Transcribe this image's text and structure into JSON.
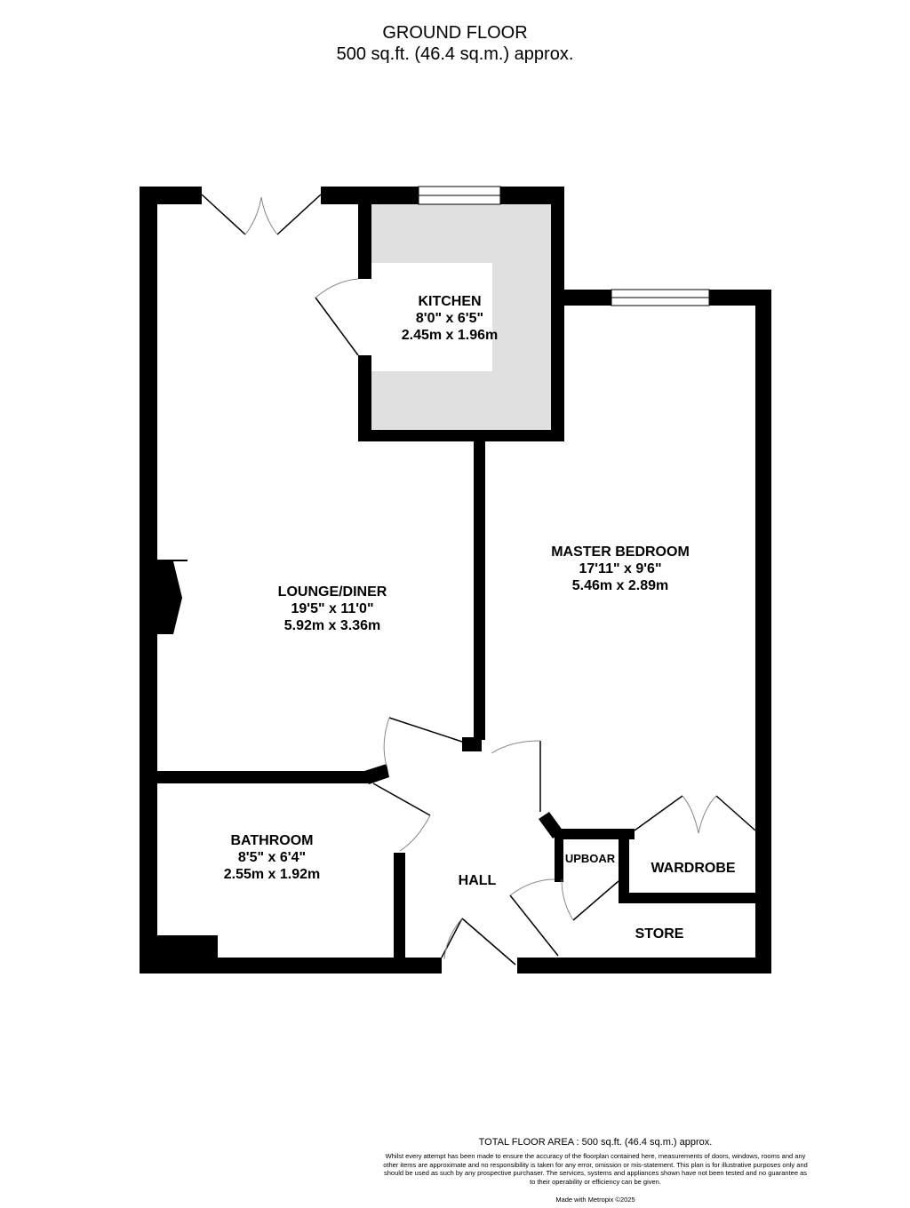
{
  "header": {
    "title": "GROUND FLOOR",
    "area": "500 sq.ft. (46.4 sq.m.) approx."
  },
  "rooms": {
    "kitchen": {
      "name": "KITCHEN",
      "imperial": "8'0\"  x 6'5\"",
      "metric": "2.45m  x 1.96m"
    },
    "master_bedroom": {
      "name": "MASTER BEDROOM",
      "imperial": "17'11\"  x 9'6\"",
      "metric": "5.46m  x 2.89m"
    },
    "lounge_diner": {
      "name": "LOUNGE/DINER",
      "imperial": "19'5\"  x 11'0\"",
      "metric": "5.92m  x 3.36m"
    },
    "bathroom": {
      "name": "BATHROOM",
      "imperial": "8'5\"  x 6'4\"",
      "metric": "2.55m  x 1.92m"
    },
    "hall": {
      "name": "HALL"
    },
    "cupboard": {
      "name": "UPBOAR"
    },
    "wardrobe": {
      "name": "WARDROBE"
    },
    "store": {
      "name": "STORE"
    }
  },
  "colors": {
    "wall": "#000000",
    "kitchen_fill": "#e0e0e0",
    "door_line": "#000000",
    "door_arc": "#888888"
  },
  "footer": {
    "total_area": "TOTAL FLOOR AREA : 500 sq.ft. (46.4 sq.m.) approx.",
    "disclaimer": "Whilst every attempt has been made to ensure the accuracy of the floorplan contained here, measurements of doors, windows, rooms and any other items are approximate and no responsibility is taken for any error, omission or mis-statement. This plan is for illustrative purposes only and should be used as such by any prospective purchaser. The services, systems and appliances shown have not been tested and no guarantee as to their operability or efficiency can be given.",
    "credit": "Made with Metropix ©2025"
  }
}
